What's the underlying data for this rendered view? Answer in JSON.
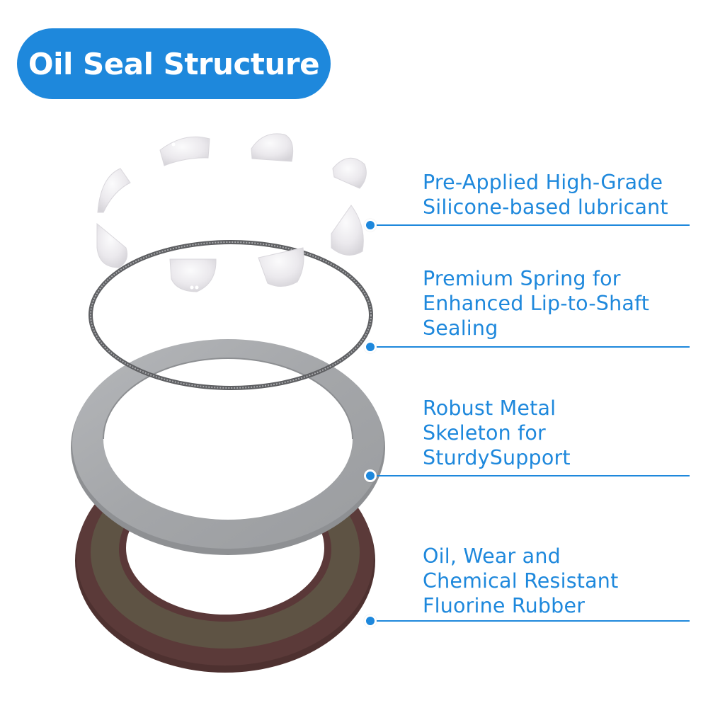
{
  "header": {
    "title": "Oil Seal Structure",
    "accent_color": "#1e88dc"
  },
  "components": [
    {
      "id": "lubricant",
      "part": "silicone lubricant blobs",
      "lines": [
        "Pre-Applied High-Grade",
        "Silicone-based lubricant"
      ]
    },
    {
      "id": "spring",
      "part": "garter spring",
      "lines": [
        "Premium Spring for",
        "Enhanced Lip-to-Shaft",
        "Sealing"
      ]
    },
    {
      "id": "skeleton",
      "part": "metal skeleton ring",
      "lines": [
        "Robust Metal",
        "Skeleton for",
        "SturdySupport"
      ]
    },
    {
      "id": "rubber",
      "part": "fluorine rubber body",
      "lines": [
        "Oil, Wear and",
        "Chemical Resistant",
        "Fluorine Rubber"
      ]
    }
  ],
  "colors": {
    "accent": "#1e88dc",
    "lubricant": "#eceaee",
    "spring": "#6e6f72",
    "metal": "#a9abae",
    "rubber_outer": "#5a3a38",
    "rubber_inner": "#5e5444"
  }
}
